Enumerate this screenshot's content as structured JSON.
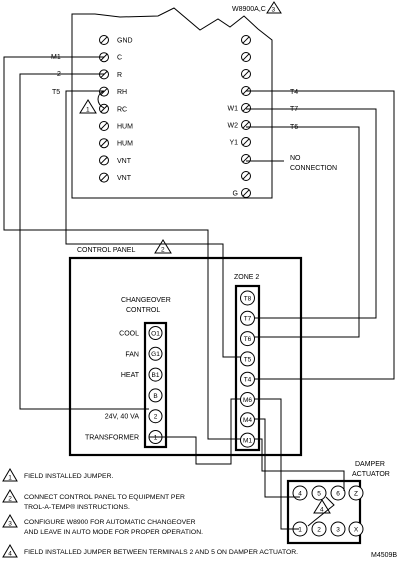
{
  "thermostat": {
    "title": "W8900A,C",
    "title_badge": "3",
    "left_terminals": [
      "GND",
      "C",
      "R",
      "RH",
      "RC",
      "HUM",
      "HUM",
      "VNT",
      "VNT"
    ],
    "jumper_badge": "1",
    "right_terminals": [
      "",
      "",
      "",
      "",
      "W1",
      "W2",
      "Y1",
      "",
      "",
      "G"
    ]
  },
  "left_wire_labels": [
    "M1",
    "2",
    "T5"
  ],
  "right_wire_labels": [
    "T4",
    "T7",
    "T6"
  ],
  "no_connection": [
    "NO",
    "CONNECTION"
  ],
  "control_panel": {
    "title": "CONTROL PANEL",
    "badge": "2",
    "changeover_title": [
      "CHANGEOVER",
      "CONTROL"
    ],
    "changeover_labels": [
      "COOL",
      "FAN",
      "HEAT",
      "",
      "24V, 40 VA",
      "TRANSFORMER"
    ],
    "changeover_terminals": [
      "O1",
      "G1",
      "B1",
      "B",
      "2",
      "1"
    ],
    "zone_title": "ZONE 2",
    "zone_terminals": [
      "T8",
      "T7",
      "T6",
      "T5",
      "T4",
      "M6",
      "M4",
      "M1"
    ]
  },
  "damper": {
    "title": [
      "DAMPER",
      "ACTUATOR"
    ],
    "top_terminals": [
      "4",
      "5",
      "6",
      "Z"
    ],
    "bottom_terminals": [
      "1",
      "2",
      "3",
      "X"
    ],
    "jumper_badge": "4"
  },
  "notes": [
    {
      "badge": "1",
      "lines": [
        "FIELD INSTALLED JUMPER."
      ]
    },
    {
      "badge": "2",
      "lines": [
        "CONNECT CONTROL PANEL TO EQUIPMENT PER",
        "TROL-A-TEMP® INSTRUCTIONS."
      ]
    },
    {
      "badge": "3",
      "lines": [
        "CONFIGURE W8900 FOR AUTOMATIC CHANGEOVER",
        "AND LEAVE IN AUTO MODE FOR PROPER OPERATION."
      ]
    },
    {
      "badge": "4",
      "lines": [
        "FIELD INSTALLED JUMPER BETWEEN TERMINALS 2 AND 5 ON DAMPER ACTUATOR."
      ]
    }
  ],
  "drawing_number": "M4509B"
}
